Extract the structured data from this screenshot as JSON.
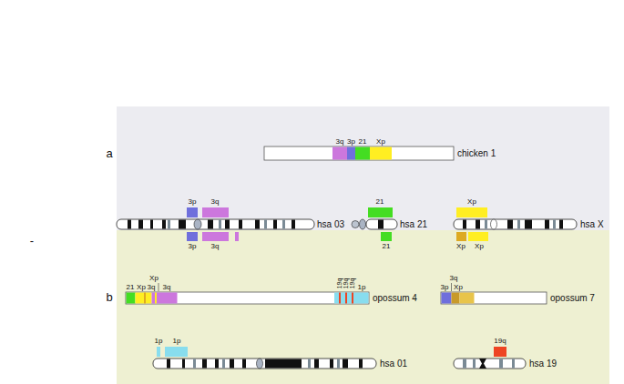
{
  "diagram": {
    "nodes": [
      {
        "text": [
          "chicken 1"
        ]
      },
      {
        "text": [
          "hsa 03"
        ]
      },
      {
        "text": [
          "hsa 21"
        ]
      },
      {
        "text": [
          "hsa X"
        ]
      },
      {
        "text": [
          "opossum 4"
        ]
      },
      {
        "text": [
          "opossum 7"
        ]
      },
      {
        "text": [
          "hsa 01"
        ]
      },
      {
        "text": [
          "hsa 19"
        ]
      }
    ],
    "labels": [
      "a",
      "-",
      "b",
      "3q",
      "3p",
      "21",
      "Xp",
      "3p",
      "3q",
      "21",
      "Xp",
      "3p",
      "3q",
      "21",
      "Xp",
      "Xp",
      "Xp",
      "21",
      "Xp",
      "3q",
      "3q",
      "19q",
      "19q",
      "19q",
      "1p",
      "3q",
      "3p",
      "Xp",
      "1p",
      "1p",
      "19q"
    ]
  }
}
